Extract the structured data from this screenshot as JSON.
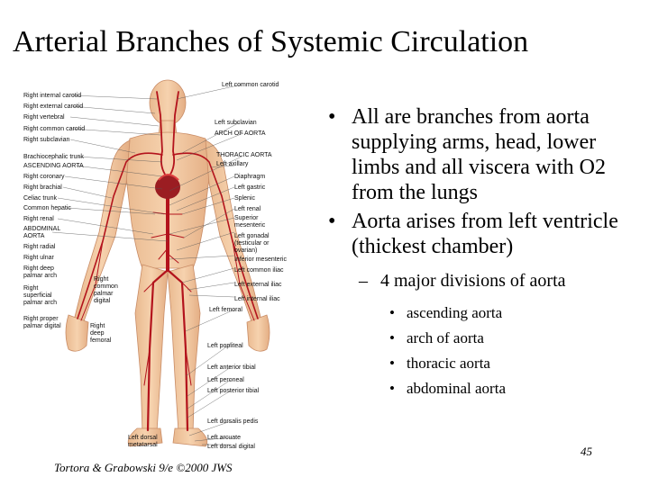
{
  "title": "Arterial Branches of Systemic Circulation",
  "bullets": [
    "All are branches from aorta supplying arms, head, lower limbs and all viscera with O2 from the lungs",
    "Aorta arises from left ventricle (thickest chamber)"
  ],
  "sub_bullet": "4 major divisions of aorta",
  "divisions": [
    "ascending aorta",
    "arch of aorta",
    "thoracic aorta",
    "abdominal aorta"
  ],
  "page_number": "45",
  "credit": "Tortora & Grabowski 9/e ©2000 JWS",
  "figure": {
    "left_labels": [
      "Right internal carotid",
      "Right external carotid",
      "Right vertebral",
      "Right common carotid",
      "Right subclavian",
      "Brachiocephalic trunk",
      "ASCENDING AORTA",
      "Right coronary",
      "Right brachial",
      "Celiac trunk",
      "Common hepatic",
      "Right renal",
      "ABDOMINAL",
      "AORTA",
      "Right radial",
      "Right ulnar",
      "Right deep",
      "palmar arch",
      "Right",
      "superficial",
      "palmar arch",
      "Right proper",
      "palmar digital"
    ],
    "mid_labels": [
      "Right",
      "common",
      "palmar",
      "digital",
      "Right",
      "deep",
      "femoral"
    ],
    "right_labels": [
      "Left common carotid",
      "Left subclavian",
      "ARCH OF AORTA",
      "THORACIC AORTA",
      "Left axillary",
      "Diaphragm",
      "Left gastric",
      "Splenic",
      "Left renal",
      "Superior",
      "mesenteric",
      "Left gonadal",
      "(testicular or",
      "ovarian)",
      "Inferior mesenteric",
      "Left common iliac",
      "Left external iliac",
      "Left internal iliac",
      "Left femoral",
      "Left popliteal",
      "Left anterior tibial",
      "Left peroneal",
      "Left posterior tibial",
      "Left dorsalis pedis",
      "Left arcuate",
      "Left dorsal digital"
    ],
    "bottom_labels": [
      "Left dorsal",
      "metatarsal"
    ]
  }
}
